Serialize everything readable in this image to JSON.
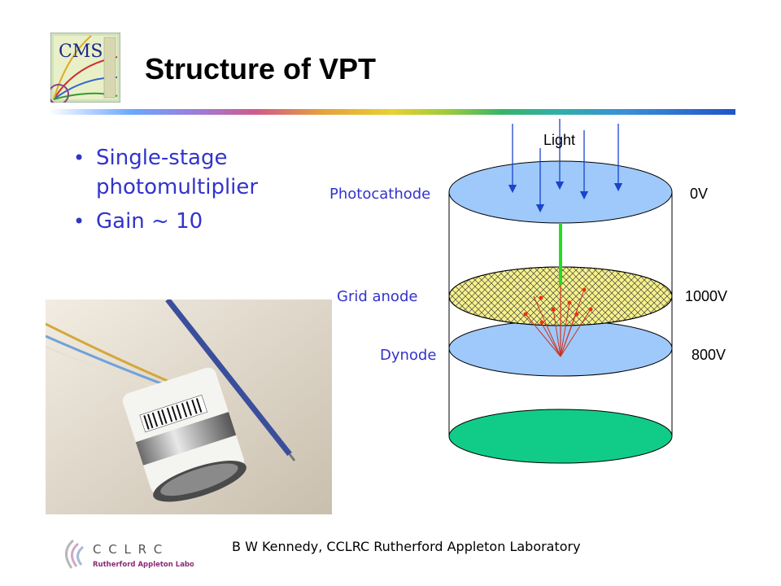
{
  "slide": {
    "title": "Structure of VPT",
    "bullets": [
      "Single-stage photomultiplier",
      "Gain ~ 10"
    ]
  },
  "diagram": {
    "light_label": "Light",
    "labels": {
      "photocathode": "Photocathode",
      "grid_anode": "Grid anode",
      "dynode": "Dynode"
    },
    "voltages": {
      "photocathode": "0V",
      "grid_anode": "1000V",
      "dynode": "800V"
    },
    "colors": {
      "photocathode": "#9ec9fa",
      "grid_anode": "#f7f28a",
      "dynode": "#9ec9fa",
      "base": "#11cc88",
      "electron_beam": "#22dd22",
      "electron_dots": "#ee3311"
    }
  },
  "logos": {
    "cms": {
      "text": "CMS"
    },
    "cclrc": {
      "name": "C C L R C",
      "subtitle": "Rutherford Appleton Laboratory"
    }
  },
  "footer": {
    "text": "B W Kennedy, CCLRC Rutherford Appleton Laboratory"
  }
}
